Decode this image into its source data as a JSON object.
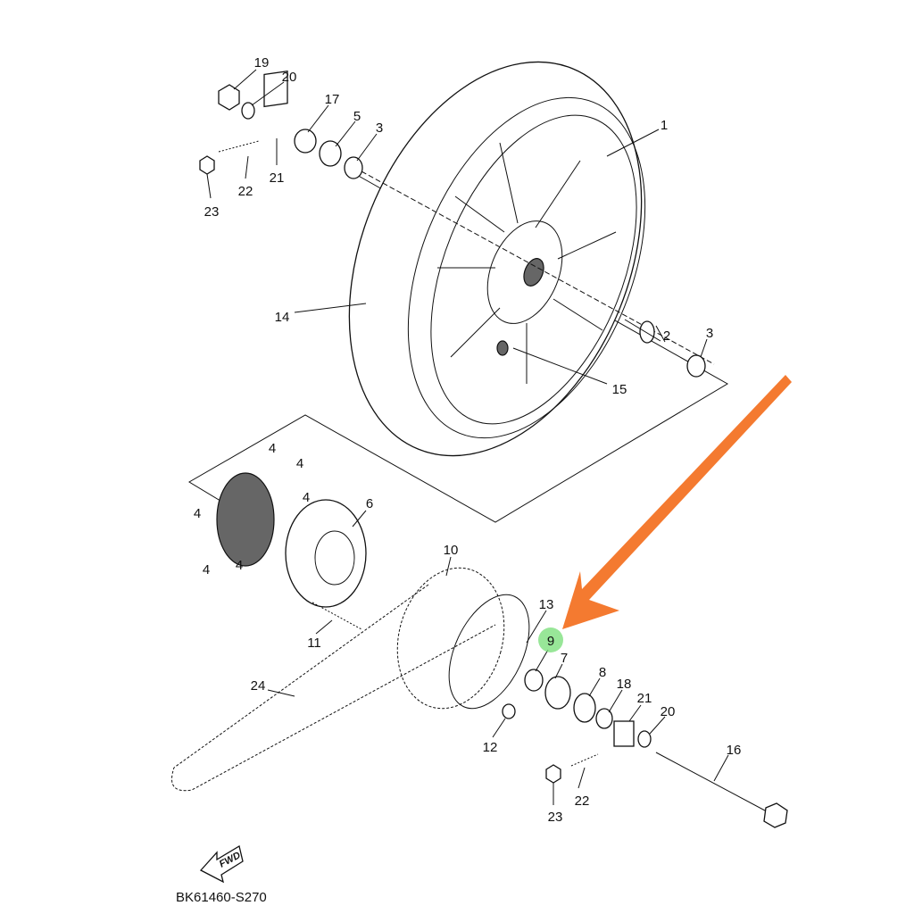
{
  "diagram": {
    "code": "BK61460-S270",
    "fwd_label": "FWD",
    "highlighted_part": "9",
    "highlight_color": "#7ee07e",
    "arrow_color": "#f47a30",
    "callouts": [
      "19",
      "20",
      "17",
      "5",
      "3",
      "1",
      "21",
      "22",
      "23",
      "14",
      "2",
      "3",
      "15",
      "4",
      "4",
      "4",
      "4",
      "4",
      "4",
      "6",
      "10",
      "13",
      "9",
      "7",
      "8",
      "18",
      "21",
      "20",
      "11",
      "24",
      "12",
      "16",
      "22",
      "23"
    ]
  }
}
